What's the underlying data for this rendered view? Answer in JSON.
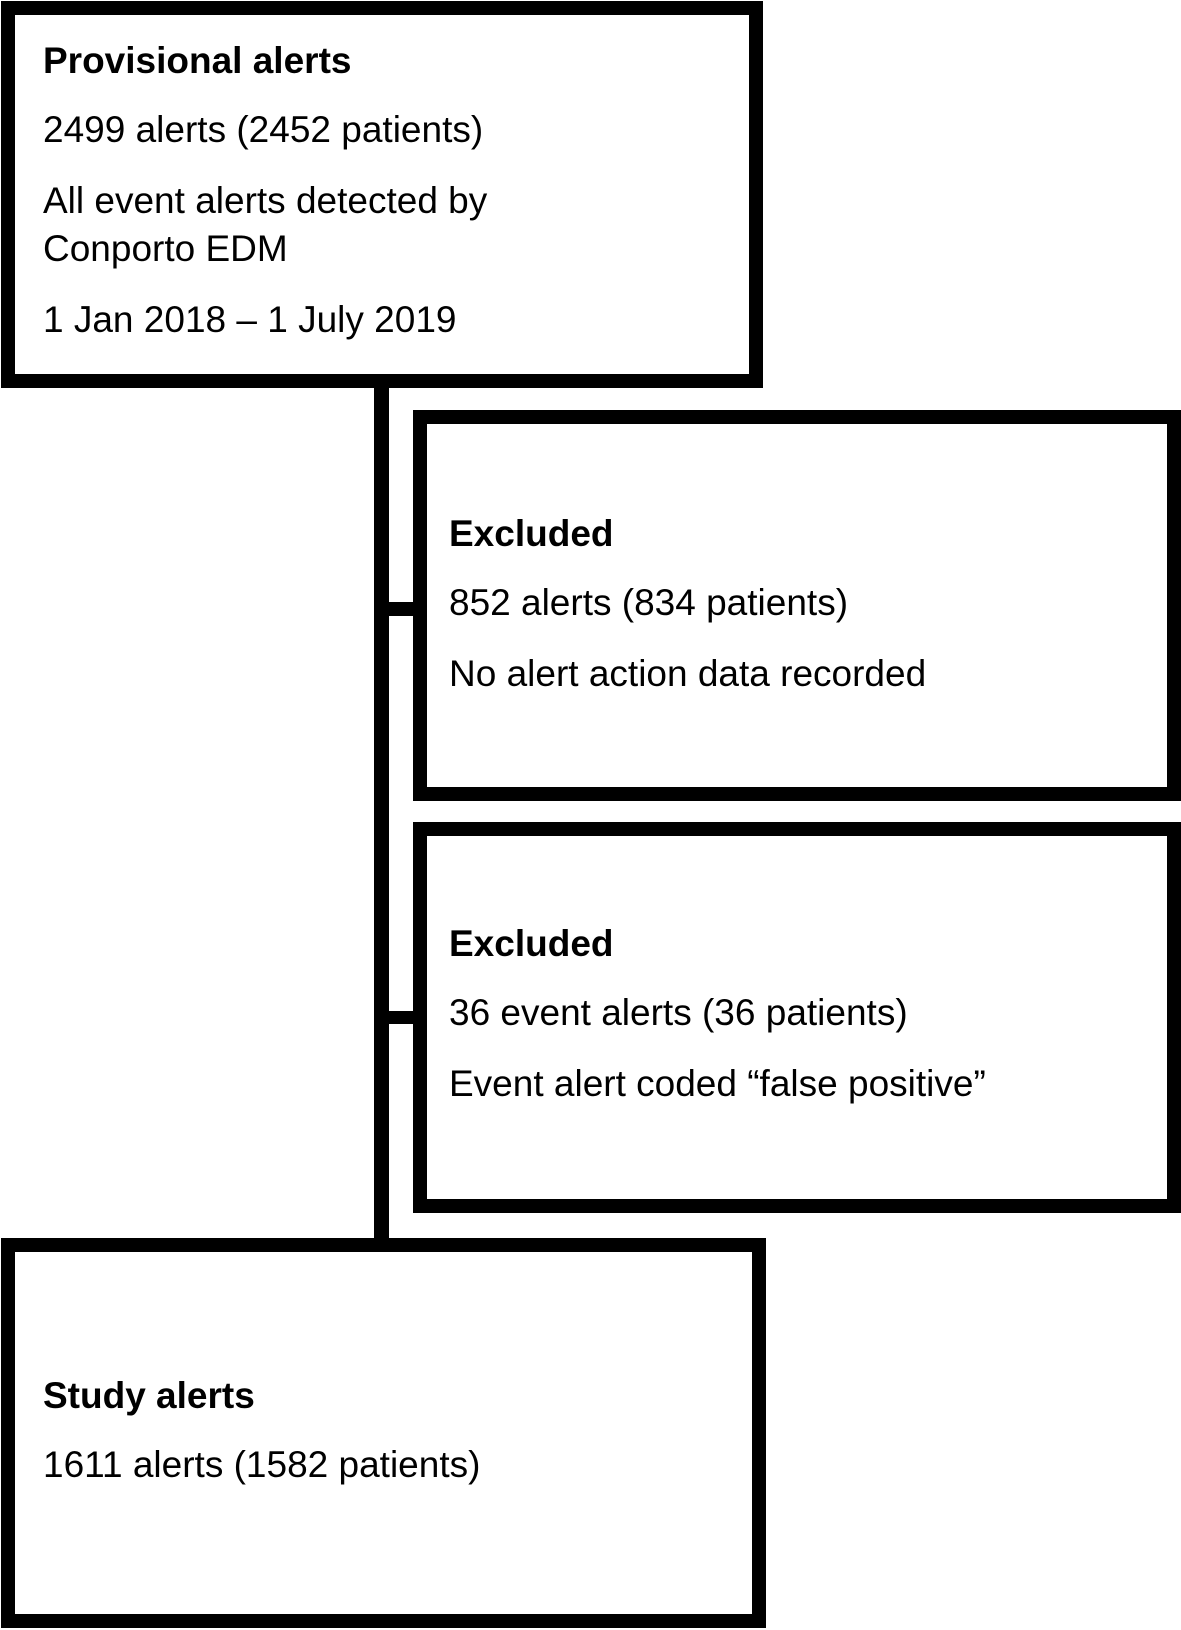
{
  "diagram": {
    "type": "flowchart",
    "colors": {
      "background": "#ffffff",
      "border": "#000000",
      "text": "#000000"
    },
    "boxes": [
      {
        "id": "provisional-alerts",
        "title": "Provisional alerts",
        "lines": [
          "2499 alerts (2452 patients)",
          "All event alerts detected by\nConporto EDM",
          "1 Jan 2018 – 1 July 2019"
        ]
      },
      {
        "id": "excluded-no-action-data",
        "title": "Excluded",
        "lines": [
          "852 alerts (834 patients)",
          "No alert action data recorded"
        ]
      },
      {
        "id": "excluded-false-positive",
        "title": "Excluded",
        "lines": [
          "36 event alerts (36 patients)",
          "Event alert coded “false positive”"
        ]
      },
      {
        "id": "study-alerts",
        "title": "Study alerts",
        "lines": [
          "1611 alerts (1582 patients)"
        ]
      }
    ],
    "connectors": [
      {
        "id": "main-vertical",
        "from": "provisional-alerts",
        "to": "study-alerts",
        "direction": "vertical"
      },
      {
        "id": "branch-excluded-1",
        "from": "main-vertical",
        "to": "excluded-no-action-data",
        "direction": "horizontal"
      },
      {
        "id": "branch-excluded-2",
        "from": "main-vertical",
        "to": "excluded-false-positive",
        "direction": "horizontal"
      }
    ]
  }
}
